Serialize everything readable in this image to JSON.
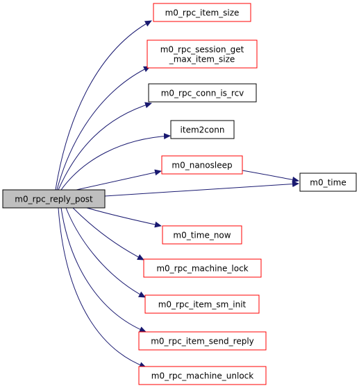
{
  "diagram": {
    "root": {
      "id": "root",
      "label": "m0_rpc_reply_post",
      "fill": "#bfbfbf",
      "stroke": "#000000"
    },
    "nodes": [
      {
        "id": "n1",
        "lines": [
          "m0_rpc_item_size"
        ],
        "stroke": "#ff0000"
      },
      {
        "id": "n2",
        "lines": [
          "m0_rpc_session_get",
          "_max_item_size"
        ],
        "stroke": "#ff0000"
      },
      {
        "id": "n3",
        "lines": [
          "m0_rpc_conn_is_rcv"
        ],
        "stroke": "#000000"
      },
      {
        "id": "n4",
        "lines": [
          "item2conn"
        ],
        "stroke": "#000000"
      },
      {
        "id": "n5",
        "lines": [
          "m0_nanosleep"
        ],
        "stroke": "#ff0000"
      },
      {
        "id": "n6",
        "lines": [
          "m0_time"
        ],
        "stroke": "#000000"
      },
      {
        "id": "n7",
        "lines": [
          "m0_time_now"
        ],
        "stroke": "#ff0000"
      },
      {
        "id": "n8",
        "lines": [
          "m0_rpc_machine_lock"
        ],
        "stroke": "#ff0000"
      },
      {
        "id": "n9",
        "lines": [
          "m0_rpc_item_sm_init"
        ],
        "stroke": "#ff0000"
      },
      {
        "id": "n10",
        "lines": [
          "m0_rpc_item_send_reply"
        ],
        "stroke": "#ff0000"
      },
      {
        "id": "n11",
        "lines": [
          "m0_rpc_machine_unlock"
        ],
        "stroke": "#ff0000"
      }
    ],
    "edges": [
      {
        "from": "root",
        "to": "n1"
      },
      {
        "from": "root",
        "to": "n2"
      },
      {
        "from": "root",
        "to": "n3"
      },
      {
        "from": "root",
        "to": "n4"
      },
      {
        "from": "root",
        "to": "n5"
      },
      {
        "from": "root",
        "to": "n6"
      },
      {
        "from": "n5",
        "to": "n6"
      },
      {
        "from": "root",
        "to": "n7"
      },
      {
        "from": "root",
        "to": "n8"
      },
      {
        "from": "root",
        "to": "n9"
      },
      {
        "from": "root",
        "to": "n10"
      },
      {
        "from": "root",
        "to": "n11"
      }
    ],
    "edge_color": "#191970"
  }
}
